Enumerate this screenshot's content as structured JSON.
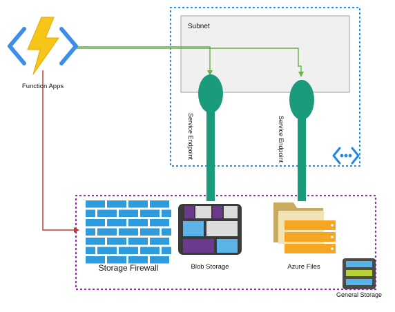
{
  "labels": {
    "function_apps": "Function Apps",
    "subnet": "Subnet",
    "service_endpoint_1": "Service Endpoint",
    "service_endpoint_2": "Service Endpoint",
    "storage_firewall": "Storage Firewall",
    "blob_storage": "Blob Storage",
    "azure_files": "Azure Files",
    "general_storage": "General Storage"
  },
  "colors": {
    "vnet_border": "#1e88e5",
    "storage_border": "#8e24aa",
    "green_line": "#6ab04c",
    "red_line": "#c0392b",
    "endpoint": "#1a9b7c",
    "firewall": "#2e9bdc",
    "subnet_fill": "#f0f0f0"
  },
  "icons": {
    "function_apps": "function-bolt-icon",
    "vnet": "vnet-icon",
    "storage_firewall": "firewall-icon",
    "blob_storage": "blob-storage-icon",
    "azure_files": "azure-files-icon",
    "general_storage": "general-storage-icon"
  }
}
